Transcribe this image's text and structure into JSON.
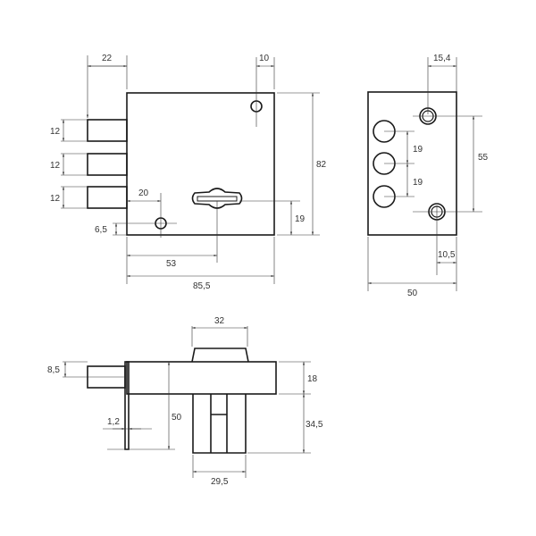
{
  "front_view": {
    "dims": {
      "bolt_depth": "22",
      "hole_offset_right": "10",
      "height": "82",
      "bolt1": "12",
      "bolt2": "12",
      "bolt3": "12",
      "hole_offset_left": "20",
      "hole_height": "6,5",
      "keyhole_height": "19",
      "keyhole_offset": "53",
      "width": "85,5"
    }
  },
  "side_view": {
    "dims": {
      "top_hole_offset": "15,4",
      "hole_spacing": "55",
      "pitch1": "19",
      "pitch2": "19",
      "bottom_hole_offset": "10,5",
      "width": "50"
    }
  },
  "bottom_view": {
    "dims": {
      "cylinder_width": "32",
      "bolt_height": "8,5",
      "body_depth": "18",
      "plate_height": "50",
      "plate_thickness": "1,2",
      "cylinder_projection": "34,5",
      "cylinder_base": "29,5"
    }
  }
}
